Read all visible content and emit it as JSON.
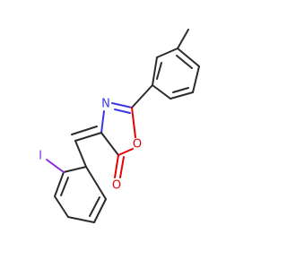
{
  "molecule": {
    "atom_labels": {
      "nitrogen": "N",
      "oxygen_ring": "O",
      "oxygen_carbonyl": "O",
      "iodine": "I"
    },
    "colors": {
      "carbon_bond": "#2b2b2b",
      "nitrogen": "#3838e6",
      "oxygen": "#e60000",
      "iodine": "#8a2be2",
      "background": "#ffffff"
    }
  }
}
